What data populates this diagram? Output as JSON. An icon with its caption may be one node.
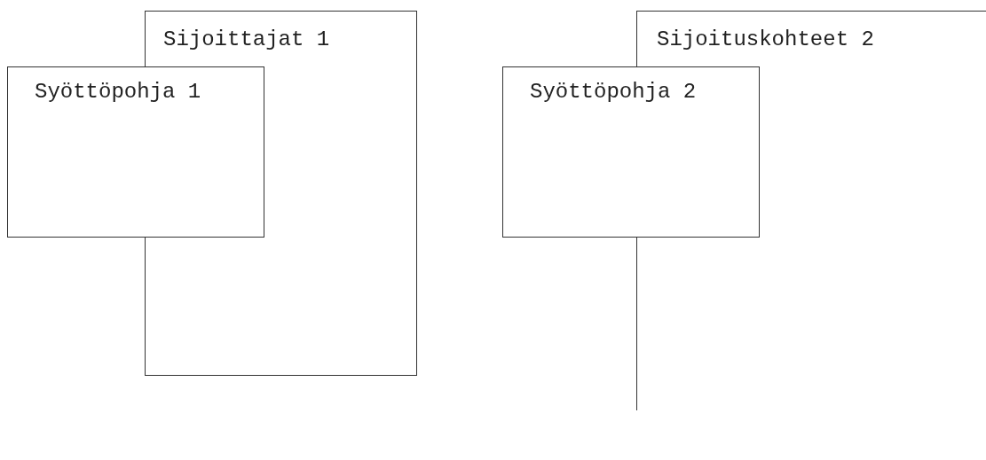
{
  "diagram": {
    "nodes": [
      {
        "text": [
          "Sijoittajat 1"
        ]
      },
      {
        "text": [
          "Syöttöpohja 1"
        ]
      },
      {
        "text": [
          "Sijoituskohteet 2"
        ]
      },
      {
        "text": [
          "Syöttöpohja 2"
        ]
      }
    ]
  }
}
